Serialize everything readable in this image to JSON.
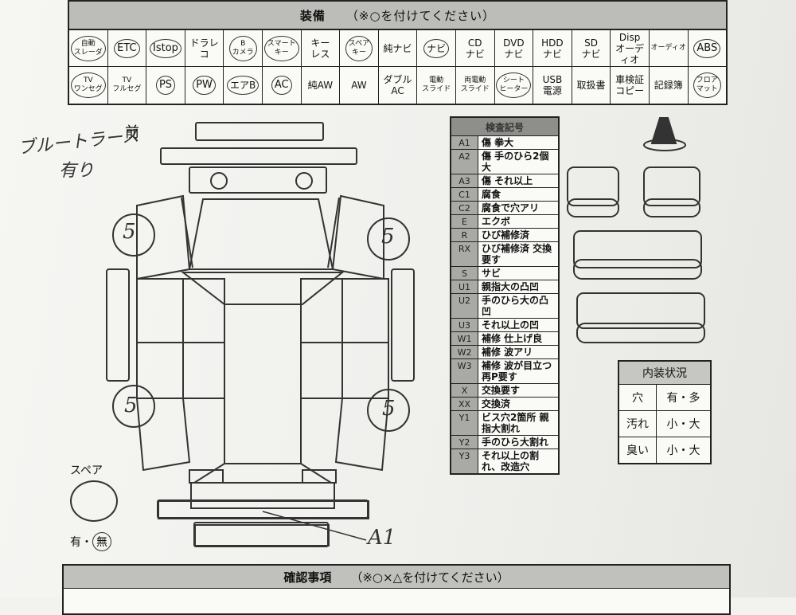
{
  "equipment": {
    "title": "装備",
    "note": "（※○を付けてください）",
    "row1": [
      {
        "label": "自動\nスレーダ",
        "size": "sm",
        "circled": true
      },
      {
        "label": "ETC",
        "size": "lg",
        "circled": true
      },
      {
        "label": "Istop",
        "size": "lg",
        "circled": true
      },
      {
        "label": "ドラレ\nコ",
        "size": "n",
        "circled": false
      },
      {
        "label": "B\nカメラ",
        "size": "sm",
        "circled": true
      },
      {
        "label": "スマート\nキー",
        "size": "sm",
        "circled": true
      },
      {
        "label": "キー\nレス",
        "size": "n",
        "circled": false
      },
      {
        "label": "スペア\nキー",
        "size": "sm",
        "circled": true
      },
      {
        "label": "純ナビ",
        "size": "n",
        "circled": false
      },
      {
        "label": "ナビ",
        "size": "n",
        "circled": true
      },
      {
        "label": "CD\nナビ",
        "size": "n",
        "circled": false
      },
      {
        "label": "DVD\nナビ",
        "size": "n",
        "circled": false
      },
      {
        "label": "HDD\nナビ",
        "size": "n",
        "circled": false
      },
      {
        "label": "SD\nナビ",
        "size": "n",
        "circled": false
      },
      {
        "label": "Disp\nオーディオ",
        "size": "n",
        "circled": false
      },
      {
        "label": "オーディオ",
        "size": "sm",
        "circled": false
      },
      {
        "label": "ABS",
        "size": "lg",
        "circled": true
      }
    ],
    "row2": [
      {
        "label": "TV\nワンセグ",
        "size": "sm",
        "circled": true
      },
      {
        "label": "TV\nフルセグ",
        "size": "sm",
        "circled": false
      },
      {
        "label": "PS",
        "size": "lg",
        "circled": true
      },
      {
        "label": "PW",
        "size": "lg",
        "circled": true
      },
      {
        "label": "エアB",
        "size": "n",
        "circled": true
      },
      {
        "label": "AC",
        "size": "lg",
        "circled": true
      },
      {
        "label": "純AW",
        "size": "n",
        "circled": false
      },
      {
        "label": "AW",
        "size": "n",
        "circled": false
      },
      {
        "label": "ダブル\nAC",
        "size": "n",
        "circled": false
      },
      {
        "label": "電動\nスライド",
        "size": "sm",
        "circled": false
      },
      {
        "label": "両電動\nスライド",
        "size": "sm",
        "circled": false
      },
      {
        "label": "シート\nヒーター",
        "size": "sm",
        "circled": true
      },
      {
        "label": "USB\n電源",
        "size": "n",
        "circled": false
      },
      {
        "label": "取扱書",
        "size": "n",
        "circled": false
      },
      {
        "label": "車検証\nコピー",
        "size": "n",
        "circled": false
      },
      {
        "label": "記録簿",
        "size": "n",
        "circled": false
      },
      {
        "label": "フロア\nマット",
        "size": "sm",
        "circled": true
      }
    ]
  },
  "handwriting": {
    "note_line1": "ブルートラース",
    "note_line2": "有り",
    "front_label": "前",
    "tire_front_left": "5",
    "tire_front_right": "5",
    "tire_rear_left": "5",
    "tire_rear_right": "5",
    "damage_mark": "A1"
  },
  "inspection": {
    "title": "検査記号",
    "items": [
      {
        "code": "A1",
        "desc": "傷 拳大"
      },
      {
        "code": "A2",
        "desc": "傷 手のひら2個大"
      },
      {
        "code": "A3",
        "desc": "傷 それ以上"
      },
      {
        "code": "C1",
        "desc": "腐食"
      },
      {
        "code": "C2",
        "desc": "腐食で穴アリ"
      },
      {
        "code": "E",
        "desc": "エクボ"
      },
      {
        "code": "R",
        "desc": "ひび補修済"
      },
      {
        "code": "RX",
        "desc": "ひび補修済 交換要す"
      },
      {
        "code": "S",
        "desc": "サビ"
      },
      {
        "code": "U1",
        "desc": "親指大の凸凹"
      },
      {
        "code": "U2",
        "desc": "手のひら大の凸凹"
      },
      {
        "code": "U3",
        "desc": "それ以上の凹"
      },
      {
        "code": "W1",
        "desc": "補修 仕上げ良"
      },
      {
        "code": "W2",
        "desc": "補修 波アリ"
      },
      {
        "code": "W3",
        "desc": "補修 波が目立つ 再P要す"
      },
      {
        "code": "X",
        "desc": "交換要す"
      },
      {
        "code": "XX",
        "desc": "交換済"
      },
      {
        "code": "Y1",
        "desc": "ビス穴2箇所 親指大割れ"
      },
      {
        "code": "Y2",
        "desc": "手のひら大割れ"
      },
      {
        "code": "Y3",
        "desc": "それ以上の割れ、改造穴"
      }
    ]
  },
  "interior": {
    "title": "内装状況",
    "rows": [
      {
        "key": "穴",
        "value": "有・多"
      },
      {
        "key": "汚れ",
        "value": "小・大"
      },
      {
        "key": "臭い",
        "value": "小・大"
      }
    ]
  },
  "spare": {
    "label": "スペア",
    "has": "有",
    "sep": "・",
    "none": "無"
  },
  "confirm": {
    "title": "確認事項",
    "note": "（※○×△を付けてください）"
  }
}
